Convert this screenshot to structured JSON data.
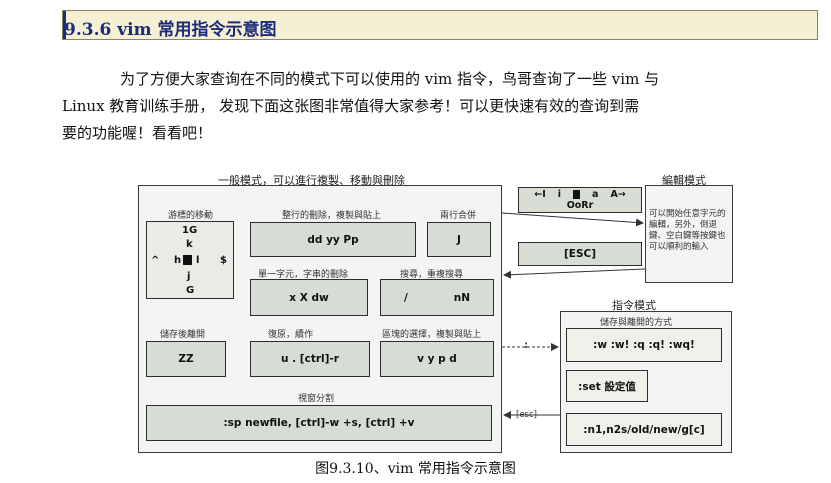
{
  "heading": {
    "title": "9.3.6 vim 常用指令示意图"
  },
  "paragraph": {
    "line1": "为了方便大家查询在不同的模式下可以使用的 vim 指令，鸟哥查询了一些 vim 与",
    "line2": "Linux 教育训练手册， 发现下面这张图非常值得大家参考！可以更快速有效的查询到需",
    "line3": "要的功能喔！看看吧！"
  },
  "diagram": {
    "normal_mode": {
      "title": "一般模式，可以進行複製、移動與刪除",
      "cursor_move": {
        "label": "游標的移動",
        "up2": "1G",
        "up1": "k",
        "left_far": "^",
        "left": "h",
        "right": "l",
        "right_far": "$",
        "down1": "j",
        "down2": "G"
      },
      "line_delete": {
        "label": "整行的刪除，複製與貼上",
        "keys": "dd    yy    Pp"
      },
      "join": {
        "label": "兩行合併",
        "keys": "J"
      },
      "char_delete": {
        "label": "單一字元，字串的刪除",
        "keys": "x   X   dw"
      },
      "search": {
        "label": "搜尋，重複搜尋",
        "key1": "/",
        "key2": "nN"
      },
      "save_quit": {
        "label": "儲存後離開",
        "keys": "ZZ"
      },
      "undo": {
        "label": "復原，續作",
        "keys": "u  .  [ctrl]-r"
      },
      "block": {
        "label": "區塊的選擇，複製與貼上",
        "keys": "v   y   p   d"
      },
      "window": {
        "label": "視窗分割",
        "keys": ":sp newfile,  [ctrl]-w  +s,  [ctrl]   +v"
      }
    },
    "insert_keys": {
      "left": "←I",
      "i": "i",
      "a": "a",
      "right": "A→",
      "row2": "OoRr"
    },
    "esc": {
      "label": "[ESC]"
    },
    "edit_mode": {
      "title": "編輯模式",
      "desc": "可以開始任意字元的編輯，另外，倒退鍵、空白鍵等按鍵也可以順利的輸入"
    },
    "command_mode": {
      "title": "指令模式",
      "save_label": "儲存與離開的方式",
      "save_keys": ":w  :w!  :q  :q!  :wq!",
      "set_keys": ":set  設定值",
      "replace_keys": ":n1,n2s/old/new/g[c]",
      "colon": ":",
      "esc_arrow": "[esc]"
    }
  },
  "caption": "图9.3.10、vim 常用指令示意图"
}
